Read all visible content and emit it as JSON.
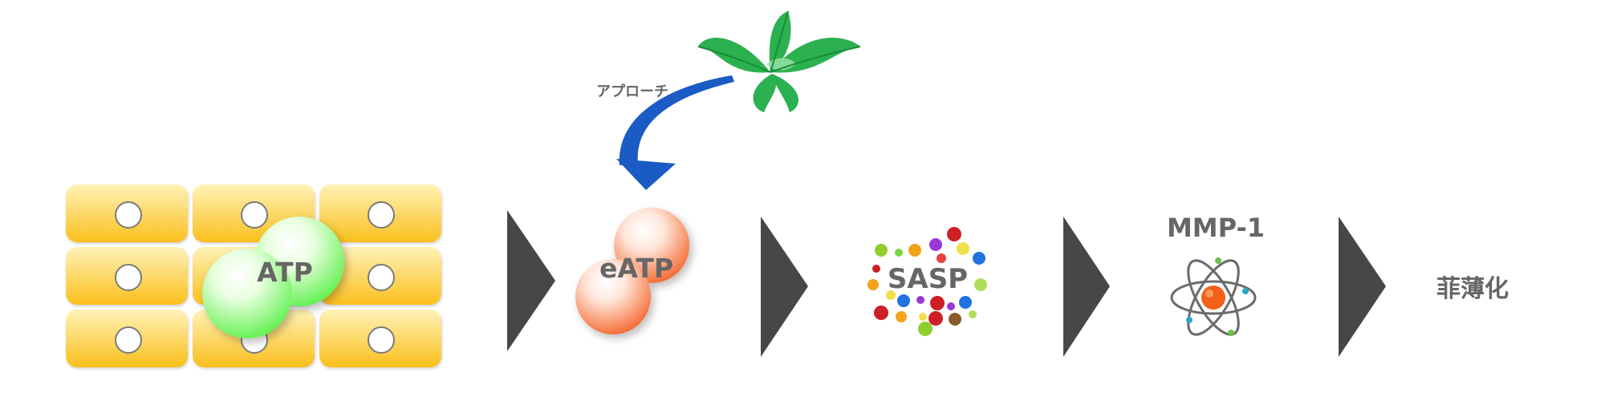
{
  "labels": {
    "approach": "アプローチ",
    "atp": "ATP",
    "eatp": "eATP",
    "sasp": "SASP",
    "mmp1": "MMP-1",
    "result": "菲薄化"
  },
  "colors": {
    "cell_top": "#fff2b8",
    "cell_bottom": "#fbbf1c",
    "atp_center": "#ffffff",
    "atp_edge": "#5cf04a",
    "eatp_center": "#ffffff",
    "eatp_edge": "#f4642a",
    "chevron": "#474747",
    "arrow": "#1a5bc4",
    "leaf": "#2bb150",
    "leaf_dark": "#1b8a3a",
    "atom_core": "#f2601a",
    "atom_orbit": "#6b6b6b",
    "label_text": "#666666"
  },
  "sasp_dots": [
    "#cc1f26",
    "#8fce2f",
    "#9a38d6",
    "#1f72e0",
    "#f3a21a",
    "#f0e04a",
    "#8a5a2a",
    "#7ad33f",
    "#e94040",
    "#aede5a"
  ]
}
